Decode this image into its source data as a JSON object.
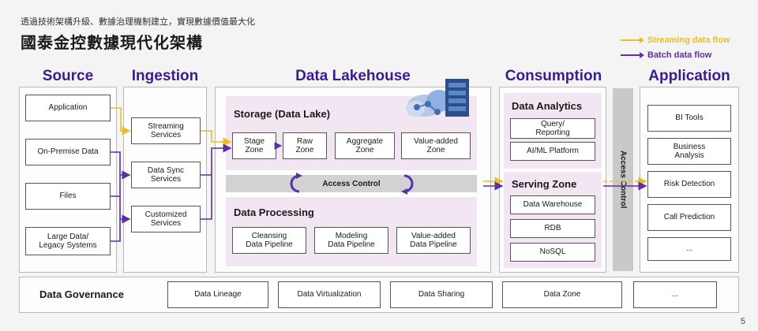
{
  "header": {
    "subtitle": "透過技術架構升級、數據治理機制建立，實現數據價值最大化",
    "title": "國泰金控數據現代化架構"
  },
  "legend": {
    "streaming": "Streaming data flow",
    "batch": "Batch data flow"
  },
  "colors": {
    "streaming": "#e8bf2a",
    "batch": "#5a2fa8",
    "heading": "#3a1d8c",
    "panel": "#f1e6f1"
  },
  "sections": {
    "source": "Source",
    "ingestion": "Ingestion",
    "lakehouse": "Data Lakehouse",
    "consumption": "Consumption",
    "application": "Application"
  },
  "source": {
    "items": [
      "Application",
      "On-Premise Data",
      "Files",
      "Large Data/\nLegacy Systems"
    ]
  },
  "ingestion": {
    "items": [
      "Streaming\nServices",
      "Data Sync\nServices",
      "Customized\nServices"
    ]
  },
  "lakehouse": {
    "storage_title": "Storage (Data Lake)",
    "zones": [
      "Stage\nZone",
      "Raw\nZone",
      "Aggregate\nZone",
      "Value-added\nZone"
    ],
    "access_control": "Access Control",
    "processing_title": "Data Processing",
    "pipelines": [
      "Cleansing\nData Pipeline",
      "Modeling\nData Pipeline",
      "Value-added\nData Pipeline"
    ]
  },
  "consumption": {
    "analytics_title": "Data Analytics",
    "analytics_items": [
      "Query/\nReporting",
      "AI/ML Platform"
    ],
    "serving_title": "Serving Zone",
    "serving_items": [
      "Data Warehouse",
      "RDB",
      "NoSQL"
    ],
    "access_control": "Access Control"
  },
  "application": {
    "items": [
      "BI Tools",
      "Business\nAnalysis",
      "Risk Detection",
      "Call Prediction",
      "..."
    ]
  },
  "governance": {
    "title": "Data Governance",
    "items": [
      "Data Lineage",
      "Data Virtualization",
      "Data Sharing",
      "Data Zone",
      "..."
    ]
  },
  "page_number": "5"
}
